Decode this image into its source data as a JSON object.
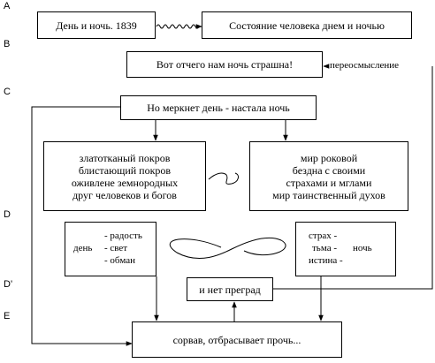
{
  "row_labels": [
    "A",
    "B",
    "C",
    "D",
    "D'",
    "E"
  ],
  "boxes": {
    "day_night": "День и ночь. 1839",
    "state": "Состояние человека днем и ночью",
    "why_fear": "Вот отчего нам ночь страшна!",
    "day_fades": "Но меркнет день - настала ночь",
    "left_lines": [
      "златотканый покров",
      "блистающий покров",
      "оживлене земнородных",
      "друг человеков и богов"
    ],
    "right_lines": [
      "мир роковой",
      "бездна с своими",
      "страхами и мглами",
      "мир таинственный духов"
    ],
    "day_word": "день",
    "day_items": [
      "- радость",
      "- свет",
      "- обман"
    ],
    "night_lines": [
      "страх  -",
      "тьма  -",
      "истина -"
    ],
    "night_word": "ночь",
    "no_barriers": "и нет преград",
    "torn_off": "сорвав, отбрасывает прочь..."
  },
  "rethinking_label": "переосмысление"
}
